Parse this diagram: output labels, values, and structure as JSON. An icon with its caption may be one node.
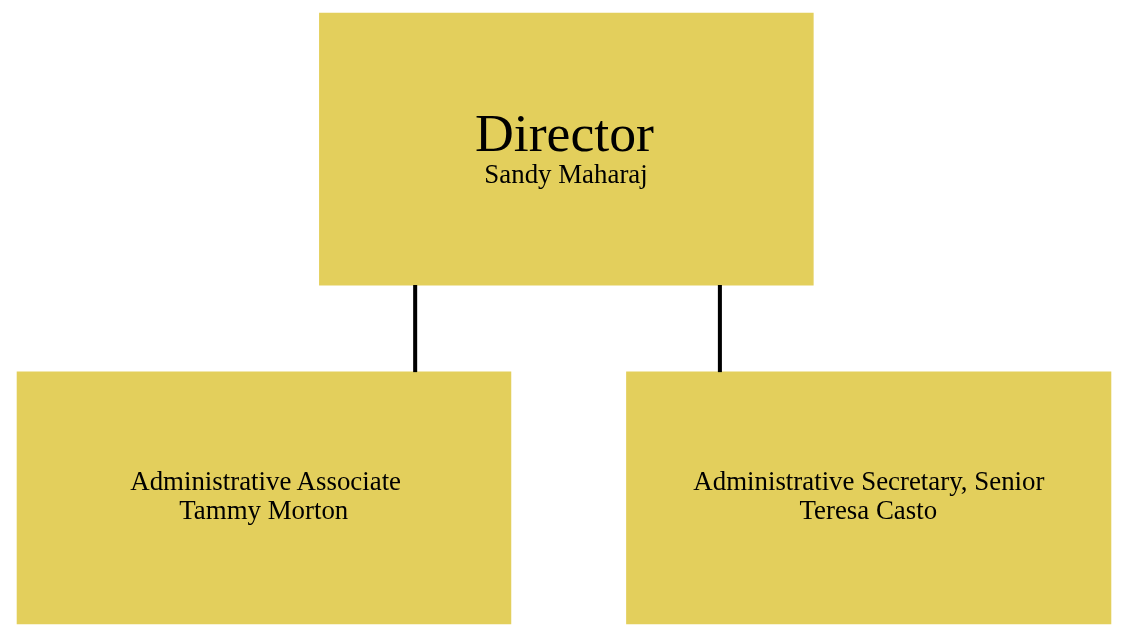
{
  "diagram": {
    "nodes": [
      {
        "text": [
          "Director",
          "Sandy Maharaj"
        ]
      },
      {
        "text": [
          "Administrative Associate",
          "Tammy Morton"
        ]
      },
      {
        "text": [
          "Administrative Secretary, Senior",
          "Teresa Casto"
        ]
      }
    ],
    "edges": [
      {
        "from": 0,
        "to": 1,
        "arrow": "none"
      },
      {
        "from": 0,
        "to": 2,
        "arrow": "none"
      }
    ]
  }
}
